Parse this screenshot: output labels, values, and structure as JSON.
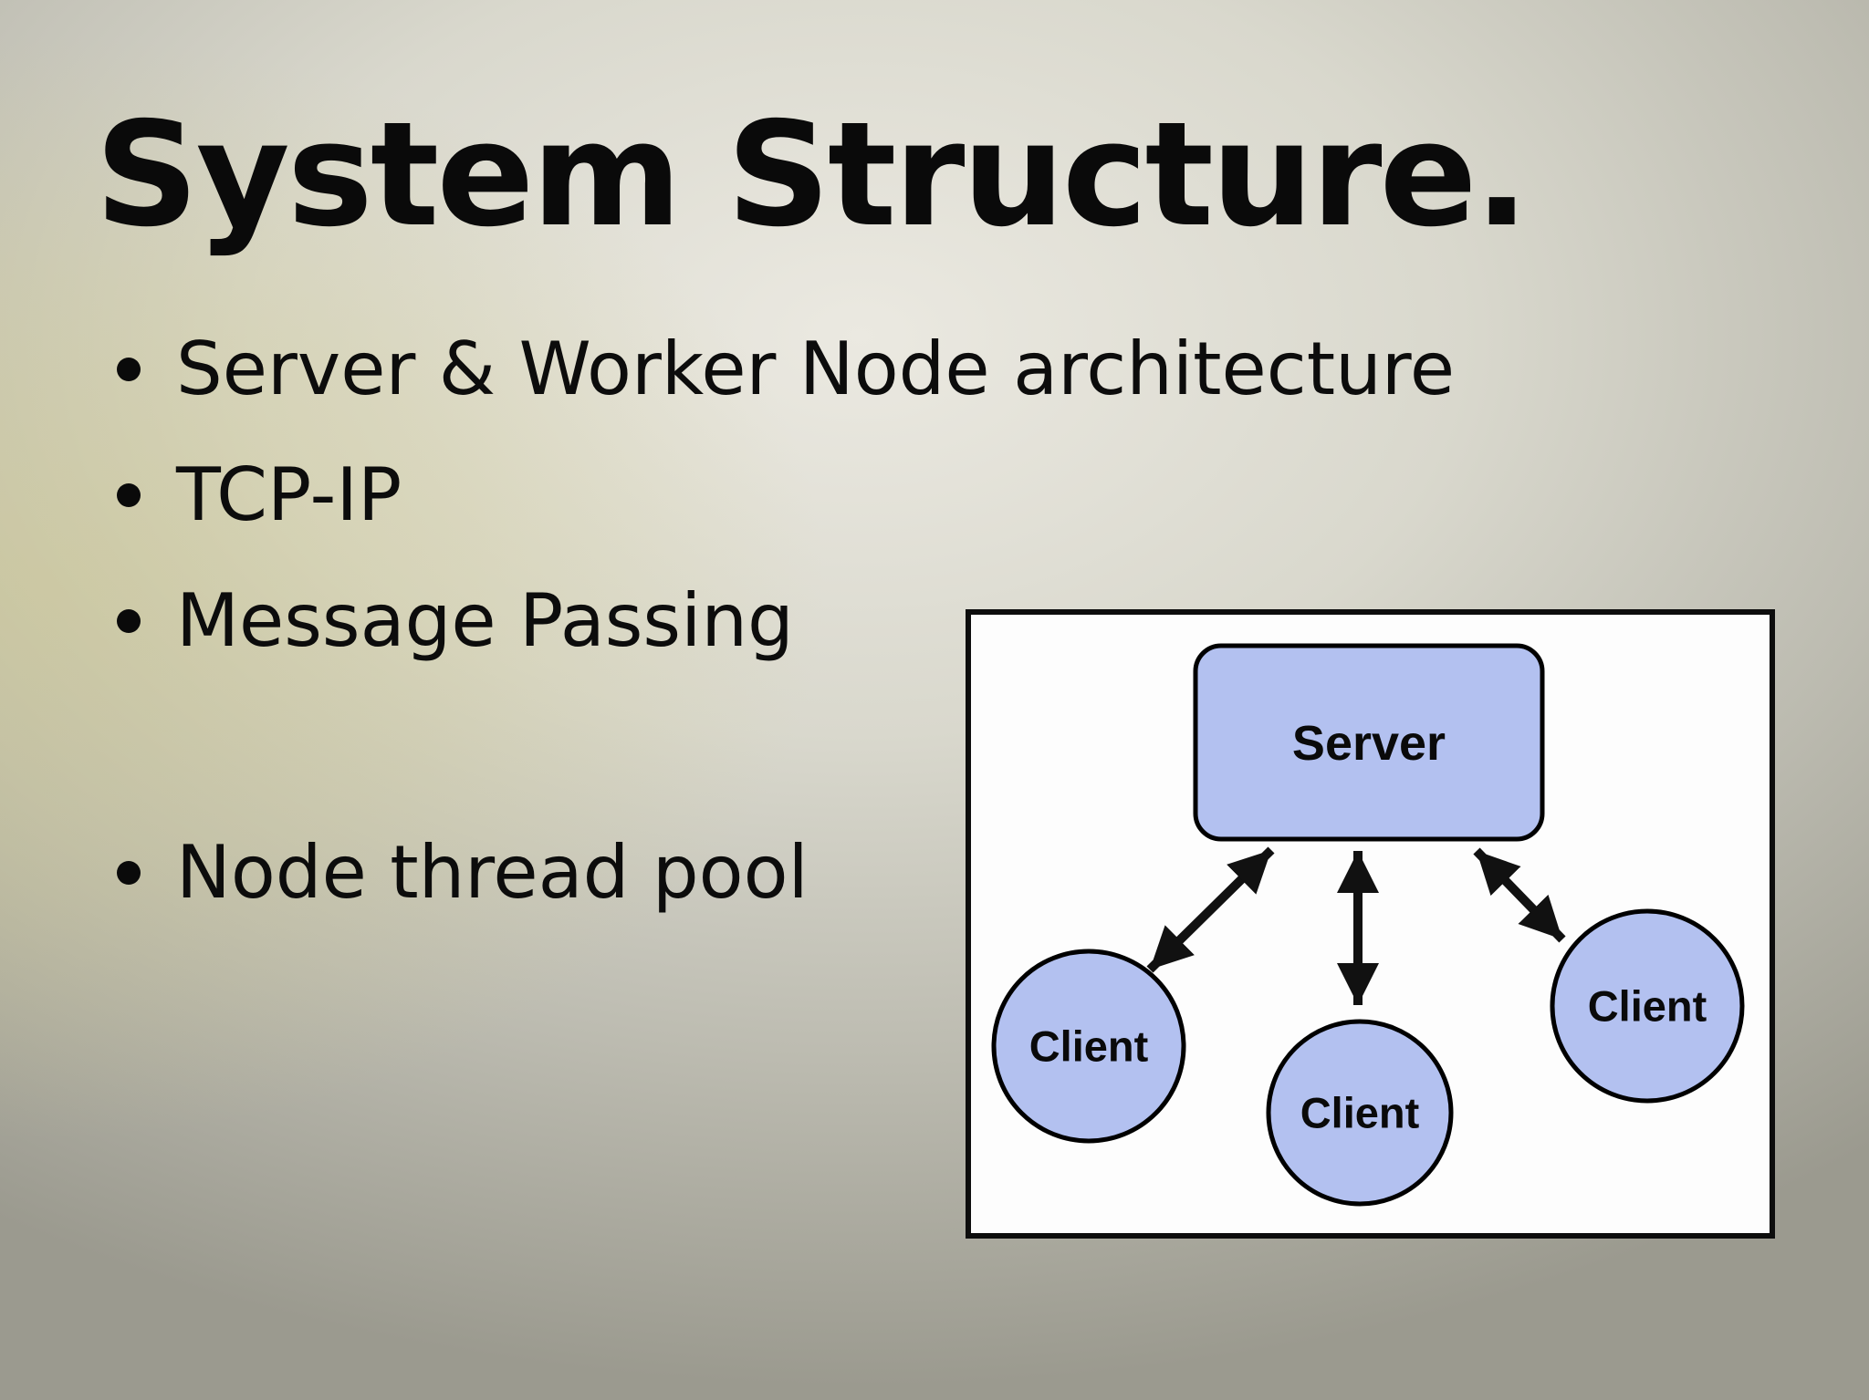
{
  "slide": {
    "title": "System Structure.",
    "bullets": [
      "Server & Worker Node architecture",
      "TCP-IP",
      "Message Passing",
      "Node thread pool"
    ]
  },
  "diagram": {
    "type": "client-server-architecture",
    "nodes": {
      "server": {
        "label": "Server",
        "shape": "rounded-rectangle"
      },
      "client_left": {
        "label": "Client",
        "shape": "circle"
      },
      "client_middle": {
        "label": "Client",
        "shape": "circle"
      },
      "client_right": {
        "label": "Client",
        "shape": "circle"
      }
    },
    "edges": [
      {
        "from": "server",
        "to": "client_left",
        "bidirectional": true
      },
      {
        "from": "server",
        "to": "client_middle",
        "bidirectional": true
      },
      {
        "from": "server",
        "to": "client_right",
        "bidirectional": true
      }
    ],
    "colors": {
      "node_fill": "#b3c1f0",
      "node_stroke": "#000000",
      "frame_background": "#fdfdfd",
      "frame_border": "#0d0d0d",
      "arrow": "#111111"
    }
  },
  "background": {
    "corner_top_left": "#b4b3a4",
    "left_tint": "#cdc79c",
    "center_highlight": "#ebe9e1",
    "corner_bottom_right": "#99998f"
  },
  "text_color": "#0b0b0b"
}
